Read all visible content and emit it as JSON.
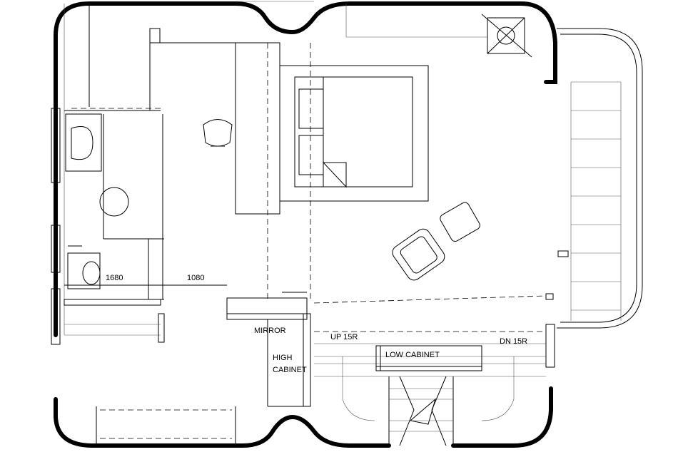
{
  "dimensions": {
    "left": "1680",
    "right": "1080"
  },
  "labels": {
    "mirror": "MIRROR",
    "high_cabinet_1": "HIGH",
    "high_cabinet_2": "CABINET",
    "stairs_up": "UP  15R",
    "stairs_down": "DN  15R",
    "low_cabinet": "LOW CABINET"
  }
}
